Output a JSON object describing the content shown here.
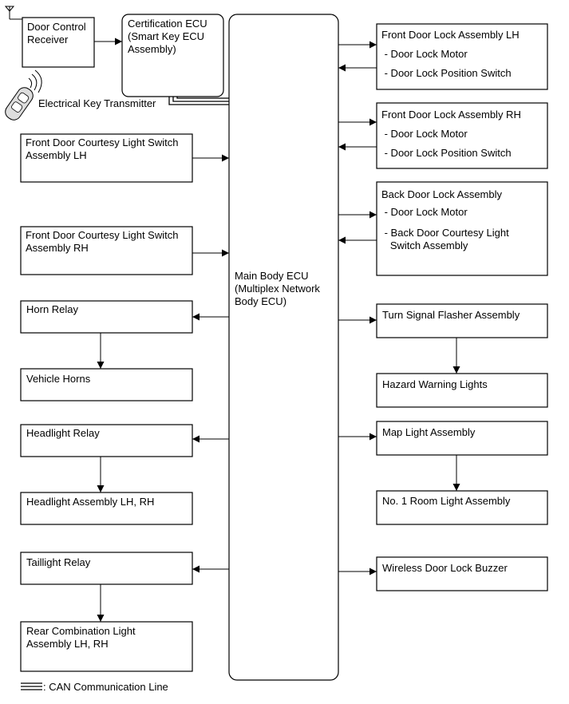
{
  "boxes": {
    "door_control_receiver": [
      "Door Control",
      "Receiver"
    ],
    "certification_ecu": [
      "Certification ECU",
      "(Smart Key ECU",
      "Assembly)"
    ],
    "main_body_ecu": [
      "Main Body ECU",
      "(Multiplex Network",
      "Body ECU)"
    ],
    "fdcl_lh": [
      "Front Door Courtesy Light Switch",
      "Assembly LH"
    ],
    "fdcl_rh": [
      "Front Door Courtesy Light Switch",
      "Assembly RH"
    ],
    "horn_relay": [
      "Horn Relay"
    ],
    "vehicle_horns": [
      "Vehicle Horns"
    ],
    "headlight_relay": [
      "Headlight Relay"
    ],
    "headlight_assembly": [
      "Headlight Assembly LH, RH"
    ],
    "taillight_relay": [
      "Taillight Relay"
    ],
    "rear_combination": [
      "Rear Combination Light",
      "Assembly LH, RH"
    ],
    "fdla_lh": [
      "Front Door Lock Assembly LH",
      " - Door Lock Motor",
      " - Door Lock Position Switch"
    ],
    "fdla_rh": [
      "Front Door Lock Assembly RH",
      " - Door Lock Motor",
      " - Door Lock Position Switch"
    ],
    "back_door": [
      "Back Door Lock Assembly",
      " - Door Lock Motor",
      " - Back Door Courtesy Light",
      "   Switch Assembly"
    ],
    "turn_signal": [
      "Turn Signal Flasher Assembly"
    ],
    "hazard": [
      "Hazard Warning Lights"
    ],
    "map_light": [
      "Map Light Assembly"
    ],
    "room_light": [
      "No. 1 Room Light Assembly"
    ],
    "buzzer": [
      "Wireless Door Lock Buzzer"
    ]
  },
  "transmitter_label": "Electrical Key Transmitter",
  "legend_label": ": CAN Communication Line"
}
